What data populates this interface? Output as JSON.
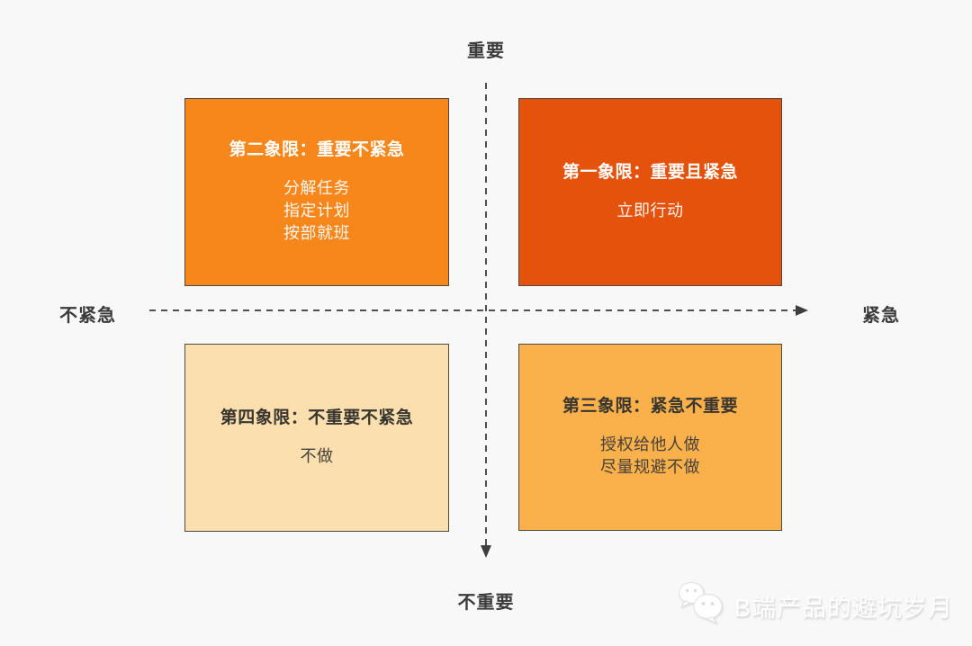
{
  "axes": {
    "top": "重要",
    "bottom": "不重要",
    "left": "不紧急",
    "right": "紧急"
  },
  "quadrants": {
    "q2": {
      "title": "第二象限：重要不紧急",
      "lines": [
        "分解任务",
        "指定计划",
        "按部就班"
      ],
      "bg": "#F7861B"
    },
    "q1": {
      "title": "第一象限：重要且紧急",
      "lines": [
        "立即行动"
      ],
      "bg": "#E4520B"
    },
    "q4": {
      "title": "第四象限：不重要不紧急",
      "lines": [
        "不做"
      ],
      "bg": "#FCDFAE"
    },
    "q3": {
      "title": "第三象限：紧急不重要",
      "lines": [
        "授权给他人做",
        "尽量规避不做"
      ],
      "bg": "#FBB14B"
    }
  },
  "colors": {
    "background": "#F8F8F8",
    "axis_line": "#4F4F4F",
    "box_border": "#4D4A43",
    "light_quadrant_text": "#FFFFFF",
    "dark_quadrant_text": "#39362F"
  },
  "watermark": {
    "label": "B端产品的避坑岁月",
    "icon": "wechat-icon"
  }
}
